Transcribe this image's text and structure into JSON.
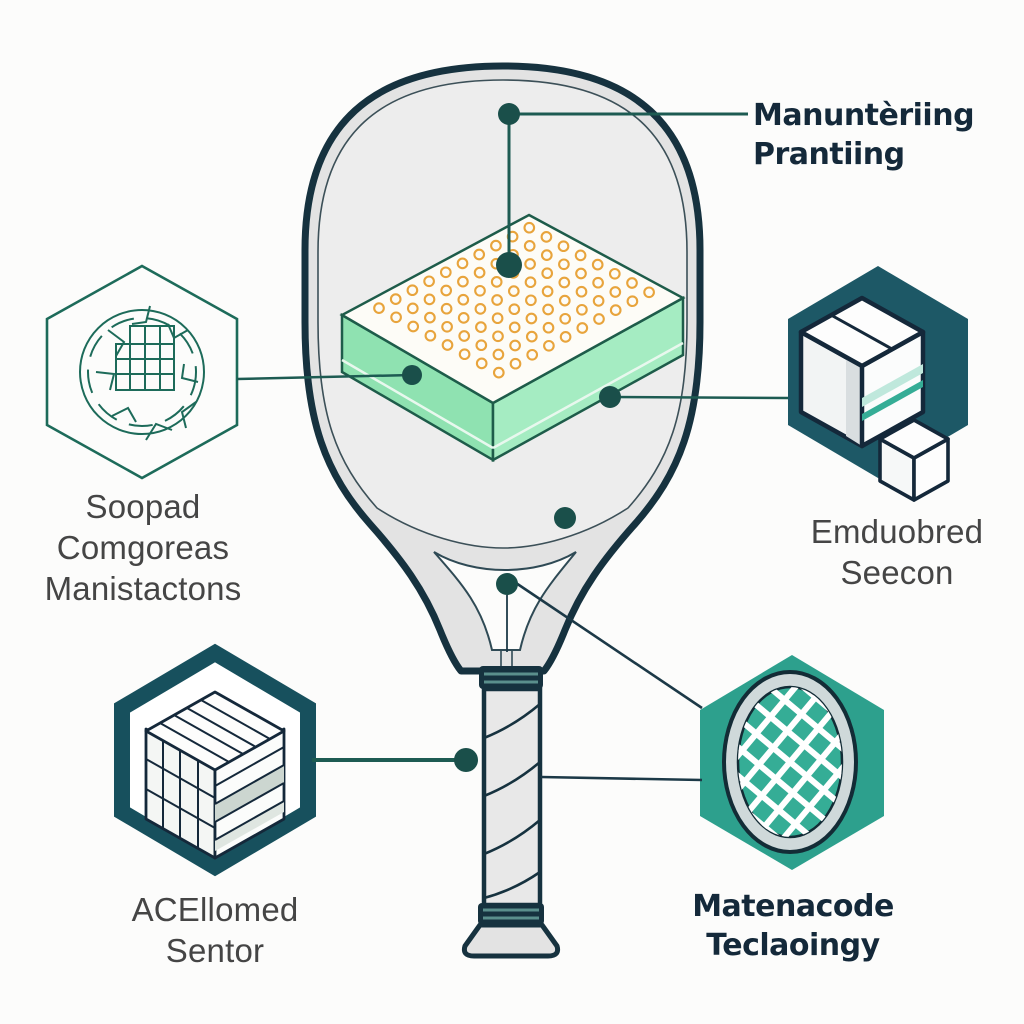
{
  "labels": {
    "top_right": {
      "lines": [
        "Manuntèriing",
        "Prantiing"
      ]
    },
    "mid_left": {
      "lines": [
        "Soopad",
        "Comgoreas",
        "Manistactons"
      ]
    },
    "mid_right": {
      "lines": [
        "Emduobred",
        "Seecon"
      ]
    },
    "bottom_left": {
      "lines": [
        "ACEllomed",
        "Sentor"
      ]
    },
    "bottom_right": {
      "lines": [
        "Matenacode",
        "Teclaoingy"
      ]
    }
  },
  "icons": {
    "top_left": "cracked-sphere-grid-icon",
    "mid_right": "isometric-cubes-icon",
    "bottom_left": "layered-core-cube-icon",
    "bottom_right": "mesh-surface-icon"
  },
  "colors": {
    "background": "#fcfcfb",
    "paddle_outline": "#16323f",
    "paddle_rim": "#e3e3e3",
    "paddle_face": "#ededed",
    "panel_top": "#fdfcf7",
    "panel_side": "#8fe2b1",
    "panel_side_light": "#a5ecc2",
    "panel_edge": "#1e5c4a",
    "ring_orange": "#e8a43c",
    "callout_dot": "#1a4f4a",
    "teal_line": "#1d5b52",
    "navy_line": "#1c3947",
    "hex_outline_teal": "#1d6b5a",
    "hex_dark": "#1d5866",
    "hex_dark_border": "#17505d",
    "hex_green": "#2da08d",
    "mesh_teal": "#35ad96",
    "rim_gray": "#cfd9da",
    "label_bold_color": "#14293a",
    "label_light_color": "#454545"
  }
}
